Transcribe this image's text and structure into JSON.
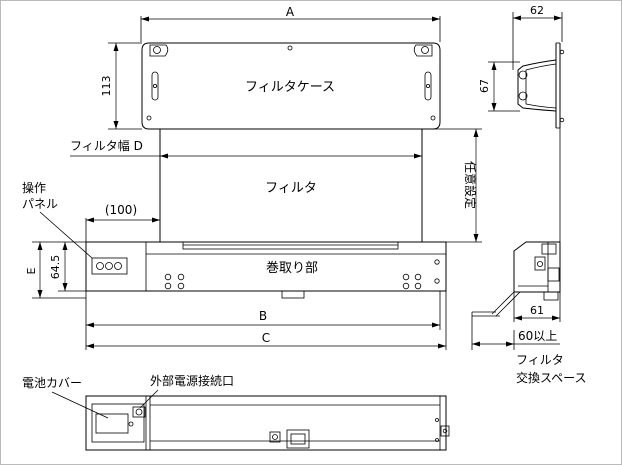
{
  "labels": {
    "filter_case": "フィルタケース",
    "filter": "フィルタ",
    "filter_width_d": "フィルタ幅 D",
    "winding": "巻取り部",
    "arbitrary_setting": "任意設定",
    "panel_line1": "操作",
    "panel_line2": "パネル",
    "panel_offset": "(100)",
    "battery_cover": "電池カバー",
    "ext_power": "外部電源接続口",
    "exchange_line1": "フィルタ",
    "exchange_line2": "交換スペース"
  },
  "dimensions": {
    "A": "A",
    "B": "B",
    "C": "C",
    "h113": "113",
    "h64_5": "64.5",
    "E": "E",
    "w62": "62",
    "h67": "67",
    "w61": "61",
    "space60": "60以上"
  },
  "colors": {
    "line": "#000000",
    "panel_fill": "#e8e8e8",
    "frame": "#bbbbbb"
  }
}
